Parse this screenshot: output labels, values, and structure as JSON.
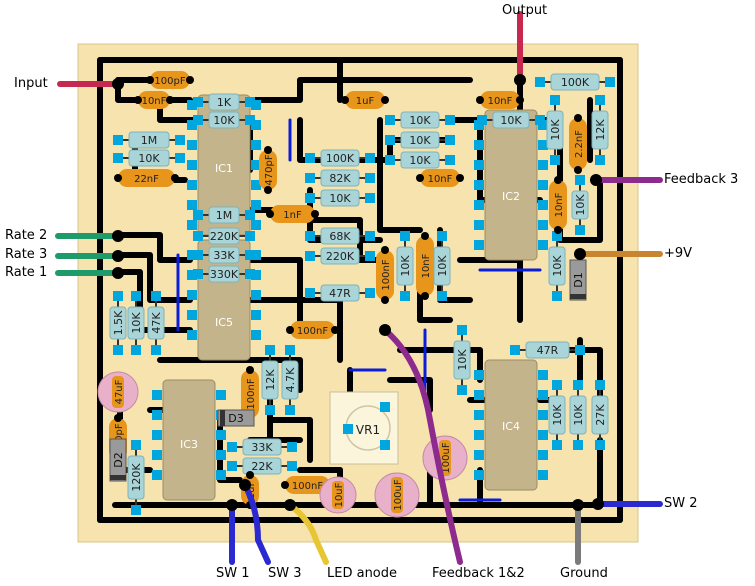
{
  "colors": {
    "board": "#f6e3ae",
    "board_edge": "#d8c489",
    "trace": "#000000",
    "pad": "#00a7df",
    "resistor_fill": "#a9d4d8",
    "resistor_stroke": "#7fb2b8",
    "film_cap": "#e8951c",
    "electrolytic": "#e8b1c9",
    "ic_body": "#c4b48c",
    "diode": "#9a9a9a",
    "jumper": "#0a1ed8",
    "wire_red": "#c7284f",
    "wire_green": "#1f9a6b",
    "wire_purple": "#8c2a8e",
    "wire_orange": "#c98432",
    "wire_blue": "#2a2ad0",
    "wire_yellow": "#e8c633",
    "wire_grey": "#7b7b7b"
  },
  "external_labels": {
    "output": "Output",
    "input": "Input",
    "feedback3": "Feedback 3",
    "rate2": "Rate 2",
    "rate3": "Rate 3",
    "rate1": "Rate 1",
    "plus9v": "+9V",
    "sw2": "SW 2",
    "sw1": "SW 1",
    "sw3": "SW 3",
    "led_anode": "LED anode",
    "feedback12": "Feedback 1&2",
    "ground": "Ground"
  },
  "ics": [
    {
      "id": "ic1",
      "label": "IC1"
    },
    {
      "id": "ic2",
      "label": "IC2"
    },
    {
      "id": "ic3",
      "label": "IC3"
    },
    {
      "id": "ic4",
      "label": "IC4"
    },
    {
      "id": "ic5",
      "label": "IC5"
    }
  ],
  "trimmer": {
    "label": "VR1"
  },
  "diodes": [
    {
      "id": "d1",
      "label": "D1"
    },
    {
      "id": "d2",
      "label": "D2"
    },
    {
      "id": "d3",
      "label": "D3"
    }
  ],
  "resistors": [
    {
      "id": "r1",
      "label": "1K"
    },
    {
      "id": "r2",
      "label": "10K"
    },
    {
      "id": "r3",
      "label": "1M"
    },
    {
      "id": "r4",
      "label": "10K"
    },
    {
      "id": "r5",
      "label": "1M"
    },
    {
      "id": "r6",
      "label": "220K"
    },
    {
      "id": "r7",
      "label": "33K"
    },
    {
      "id": "r8",
      "label": "330K"
    },
    {
      "id": "r9",
      "label": "100K"
    },
    {
      "id": "r10",
      "label": "82K"
    },
    {
      "id": "r11",
      "label": "10K"
    },
    {
      "id": "r12",
      "label": "68K"
    },
    {
      "id": "r13",
      "label": "220K"
    },
    {
      "id": "r14",
      "label": "47R"
    },
    {
      "id": "r15",
      "label": "10K"
    },
    {
      "id": "r16",
      "label": "10K"
    },
    {
      "id": "r17",
      "label": "10K"
    },
    {
      "id": "r18",
      "label": "100K"
    },
    {
      "id": "r19",
      "label": "10K"
    },
    {
      "id": "r20",
      "label": "10K"
    },
    {
      "id": "r21",
      "label": "12K"
    },
    {
      "id": "r22",
      "label": "10K"
    },
    {
      "id": "r23",
      "label": "10K"
    },
    {
      "id": "r24",
      "label": "10K"
    },
    {
      "id": "r25",
      "label": "10K"
    },
    {
      "id": "r26",
      "label": "1.5K"
    },
    {
      "id": "r27",
      "label": "10K"
    },
    {
      "id": "r28",
      "label": "47K"
    },
    {
      "id": "r29",
      "label": "12K"
    },
    {
      "id": "r30",
      "label": "4.7K"
    },
    {
      "id": "r31",
      "label": "33K"
    },
    {
      "id": "r32",
      "label": "22K"
    },
    {
      "id": "r33",
      "label": "120K"
    },
    {
      "id": "r34",
      "label": "10K"
    },
    {
      "id": "r35",
      "label": "47R"
    },
    {
      "id": "r36",
      "label": "10K"
    },
    {
      "id": "r37",
      "label": "10K"
    },
    {
      "id": "r38",
      "label": "27K"
    }
  ],
  "film_caps": [
    {
      "id": "c1",
      "label": "100pF"
    },
    {
      "id": "c2",
      "label": "10nF"
    },
    {
      "id": "c3",
      "label": "22nF"
    },
    {
      "id": "c4",
      "label": "1uF"
    },
    {
      "id": "c5",
      "label": "10nF"
    },
    {
      "id": "c6",
      "label": "10nF"
    },
    {
      "id": "c7",
      "label": "1nF"
    },
    {
      "id": "c8",
      "label": "470pF"
    },
    {
      "id": "c9",
      "label": "100nF"
    },
    {
      "id": "c10",
      "label": "100nF"
    },
    {
      "id": "c11",
      "label": "10nF"
    },
    {
      "id": "c12",
      "label": "10nF"
    },
    {
      "id": "c13",
      "label": "100nF"
    },
    {
      "id": "c14",
      "label": "100pF"
    },
    {
      "id": "c15",
      "label": "1uF"
    },
    {
      "id": "c16",
      "label": "100nF"
    },
    {
      "id": "c17",
      "label": "2.2nF"
    }
  ],
  "electrolytics": [
    {
      "id": "e1",
      "label": "47uF"
    },
    {
      "id": "e2",
      "label": "100uF"
    },
    {
      "id": "e3",
      "label": "10uF"
    },
    {
      "id": "e4",
      "label": "100uF"
    }
  ]
}
